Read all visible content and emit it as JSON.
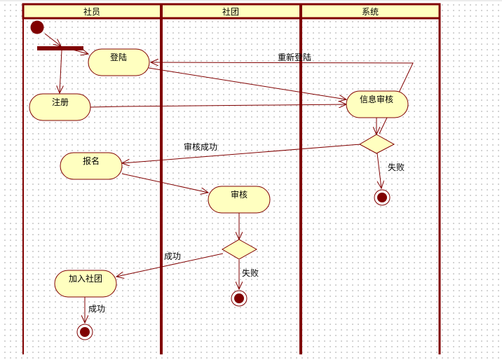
{
  "diagram": {
    "type": "UML activity diagram (swimlanes)",
    "colors": {
      "lane_border": "#800000",
      "header_fill": "#ffffc0",
      "node_fill": "#ffffc0",
      "edge": "#800000",
      "start_end": "#800000"
    },
    "lanes": [
      {
        "id": "member",
        "label": "社员"
      },
      {
        "id": "club",
        "label": "社团"
      },
      {
        "id": "system",
        "label": "系统"
      }
    ],
    "activities": [
      {
        "id": "login",
        "label": "登陆",
        "lane": "member"
      },
      {
        "id": "register",
        "label": "注册",
        "lane": "member"
      },
      {
        "id": "verify",
        "label": "信息审核",
        "lane": "system"
      },
      {
        "id": "signup",
        "label": "报名",
        "lane": "member"
      },
      {
        "id": "review",
        "label": "审核",
        "lane": "club"
      },
      {
        "id": "join",
        "label": "加入社团",
        "lane": "member"
      }
    ],
    "edge_labels": {
      "relogin": "重新登陆",
      "verify_success": "审核成功",
      "verify_fail": "失败",
      "review_success": "成功",
      "review_fail": "失败",
      "join_success": "成功"
    }
  }
}
